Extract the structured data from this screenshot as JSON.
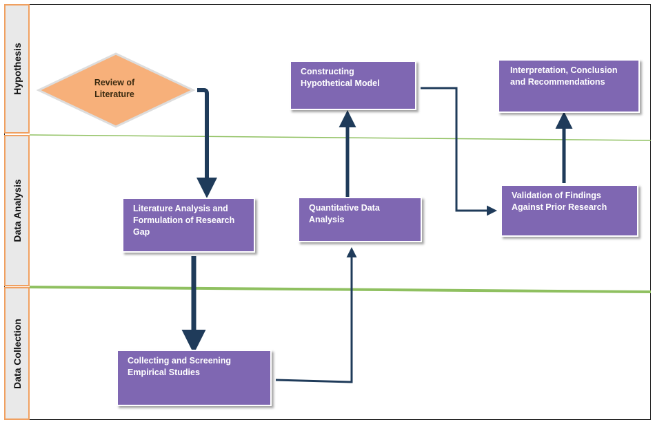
{
  "lanes": {
    "hypothesis": "Hypothesis",
    "data_analysis": "Data Analysis",
    "data_collection": "Data Collection"
  },
  "nodes": {
    "review_literature": "Review of Literature",
    "constructing_model": "Constructing Hypothetical Model",
    "interpretation": "Interpretation, Conclusion and Recommendations",
    "literature_analysis": "Literature Analysis and Formulation of Research Gap",
    "quantitative_analysis": "Quantitative Data Analysis",
    "validation": "Validation of Findings Against Prior Research",
    "collecting": "Collecting and Screening Empirical Studies"
  },
  "colors": {
    "process_box": "#7f67b2",
    "decision_diamond": "#f7b07a",
    "connector": "#1f3b5a",
    "lane_divider": "#8fc060",
    "lane_border": "#f0a060"
  }
}
